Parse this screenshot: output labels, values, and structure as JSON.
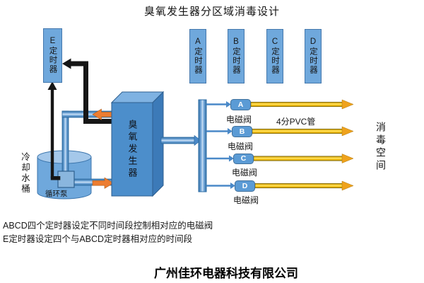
{
  "title": "臭氧发生器分区域消毒设计",
  "e_timer": {
    "label": "E定时器"
  },
  "timers": [
    {
      "id": "A",
      "label": "A定时器"
    },
    {
      "id": "B",
      "label": "B定时器"
    },
    {
      "id": "C",
      "label": "C定时器"
    },
    {
      "id": "D",
      "label": "D定时器"
    }
  ],
  "generator": {
    "label": "臭氧发生器"
  },
  "cooling": {
    "bucket_label": "冷却水桶",
    "pump_label": "循环泵"
  },
  "valves": [
    {
      "id": "A",
      "type_label": "电磁阀"
    },
    {
      "id": "B",
      "type_label": "电磁阀"
    },
    {
      "id": "C",
      "type_label": "电磁阀"
    },
    {
      "id": "D",
      "type_label": "电磁阀"
    }
  ],
  "pipes": {
    "pvc_label": "4分PVC管"
  },
  "output": {
    "space_label": "消毒空间"
  },
  "notes": {
    "line1": "ABCD四个定时器设定不同时间段控制相对应的电磁阀",
    "line2": "E定时器设定四个与ABCD定时器相对应的时间段"
  },
  "company": "广州佳环电器科技有限公司",
  "colors": {
    "timer_box_blue": "#6fa8dc",
    "valve_blue": "#5b9bd5",
    "pipe_blue": "#4a89c8",
    "generator_front_blue": "#4c8ecb",
    "flow_orange": "#ed7d31",
    "pvc_yellow": "#ffc000",
    "line_black": "#161616"
  }
}
